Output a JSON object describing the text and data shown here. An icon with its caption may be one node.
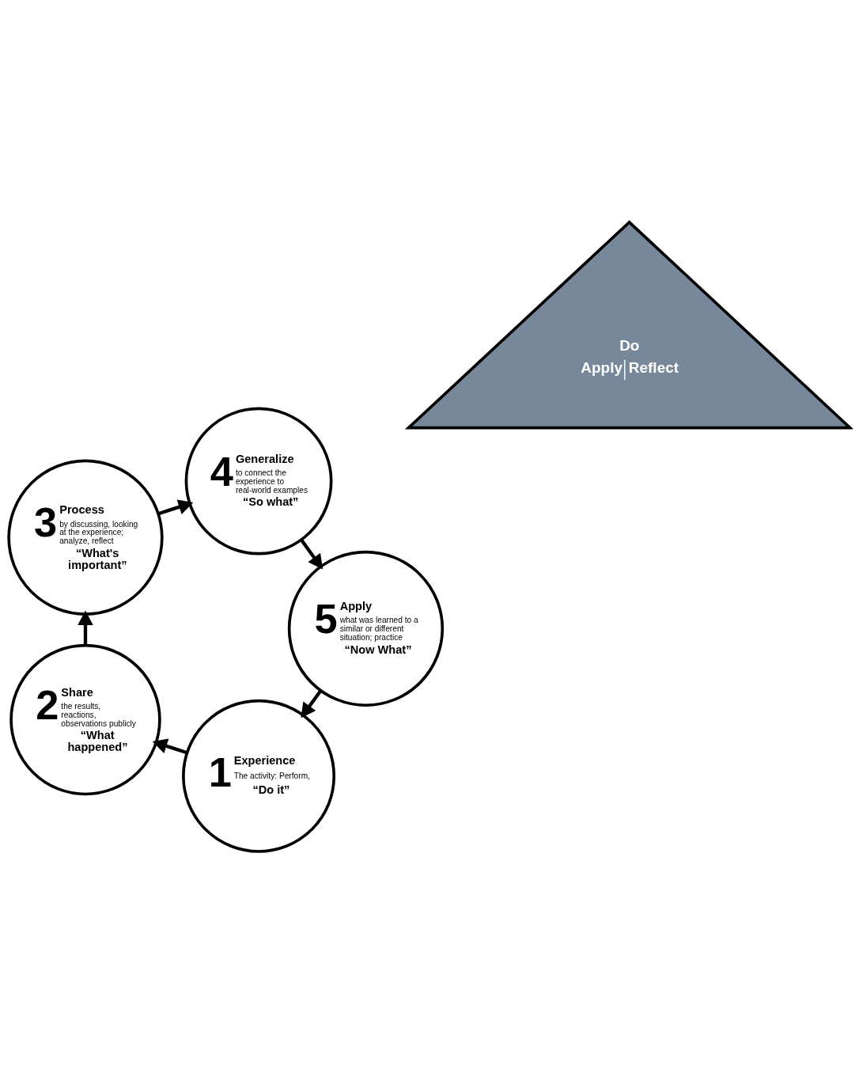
{
  "diagram": {
    "nodes": [
      {
        "text": [
          "1",
          "Experience",
          "The activity: Perform,",
          "“Do it”"
        ]
      },
      {
        "text": [
          "2",
          "Share",
          "the results, reactions, observations publicly",
          "“What happened”"
        ]
      },
      {
        "text": [
          "3",
          "Process",
          "by discussing, looking at the experience; analyze, reflect",
          "“What's important”"
        ]
      },
      {
        "text": [
          "4",
          "Generalize",
          "to connect the experience to real-world examples",
          "“So what”"
        ]
      },
      {
        "text": [
          "5",
          "Apply",
          "what was learned to a similar or different situation; practice",
          "“Now What”"
        ]
      },
      {
        "text": [
          "Do",
          "Apply",
          "Reflect"
        ]
      }
    ],
    "edges": [
      {
        "from": 0,
        "to": 1,
        "arrow": "to"
      },
      {
        "from": 1,
        "to": 2,
        "arrow": "to"
      },
      {
        "from": 2,
        "to": 3,
        "arrow": "to"
      },
      {
        "from": 3,
        "to": 4,
        "arrow": "to"
      },
      {
        "from": 4,
        "to": 0,
        "arrow": "to"
      }
    ]
  }
}
